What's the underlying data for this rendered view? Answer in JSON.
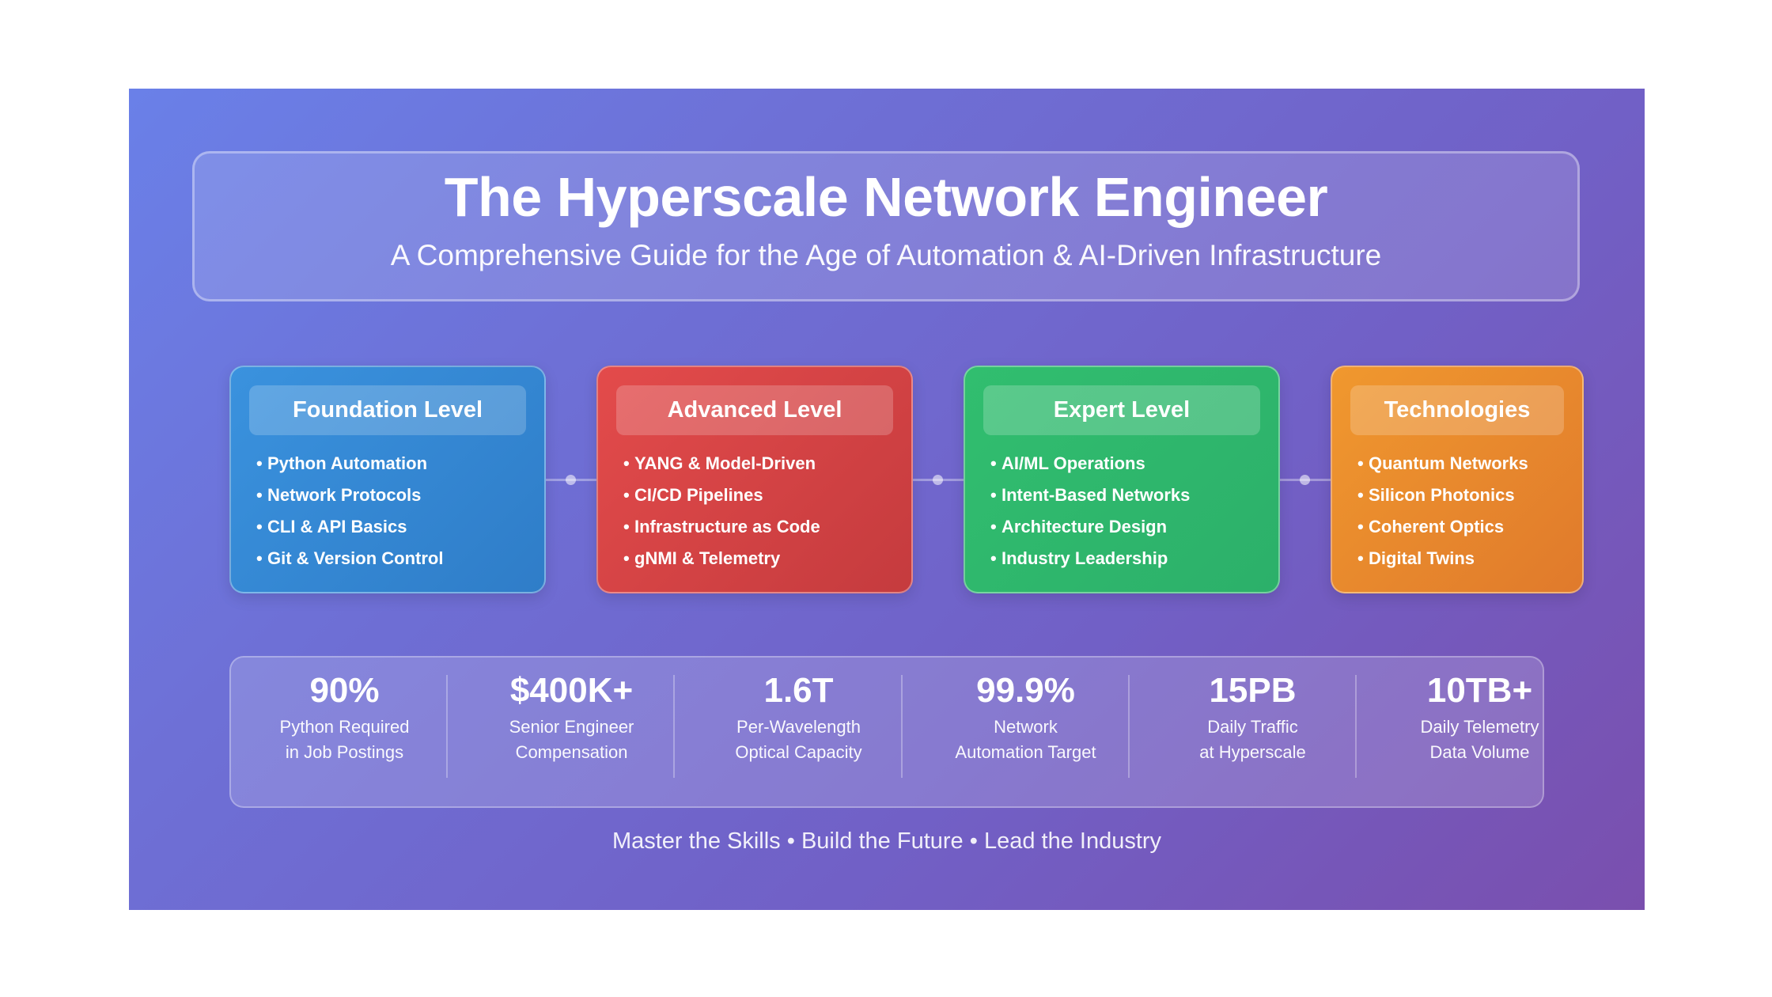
{
  "header": {
    "title": "The Hyperscale Network Engineer",
    "subtitle": "A Comprehensive Guide for the Age of Automation & AI-Driven Infrastructure"
  },
  "cards": [
    {
      "title": "Foundation Level",
      "color": "#3a92de",
      "items": [
        "Python Automation",
        "Network Protocols",
        "CLI & API Basics",
        "Git & Version Control"
      ]
    },
    {
      "title": "Advanced Level",
      "color": "#e34b4b",
      "items": [
        "YANG & Model-Driven",
        "CI/CD Pipelines",
        "Infrastructure as Code",
        "gNMI & Telemetry"
      ]
    },
    {
      "title": "Expert Level",
      "color": "#31be6f",
      "items": [
        "AI/ML Operations",
        "Intent-Based Networks",
        "Architecture Design",
        "Industry Leadership"
      ]
    },
    {
      "title": "Technologies",
      "color": "#f0982e",
      "items": [
        "Quantum Networks",
        "Silicon Photonics",
        "Coherent Optics",
        "Digital Twins"
      ]
    }
  ],
  "bullet": "•",
  "stats": [
    {
      "value": "90%",
      "label_line1": "Python Required",
      "label_line2": "in Job Postings"
    },
    {
      "value": "$400K+",
      "label_line1": "Senior Engineer",
      "label_line2": "Compensation"
    },
    {
      "value": "1.6T",
      "label_line1": "Per-Wavelength",
      "label_line2": "Optical Capacity"
    },
    {
      "value": "99.9%",
      "label_line1": "Network",
      "label_line2": "Automation Target"
    },
    {
      "value": "15PB",
      "label_line1": "Daily Traffic",
      "label_line2": "at Hyperscale"
    },
    {
      "value": "10TB+",
      "label_line1": "Daily Telemetry",
      "label_line2": "Data Volume"
    }
  ],
  "tagline": "Master the Skills • Build the Future • Lead the Industry"
}
